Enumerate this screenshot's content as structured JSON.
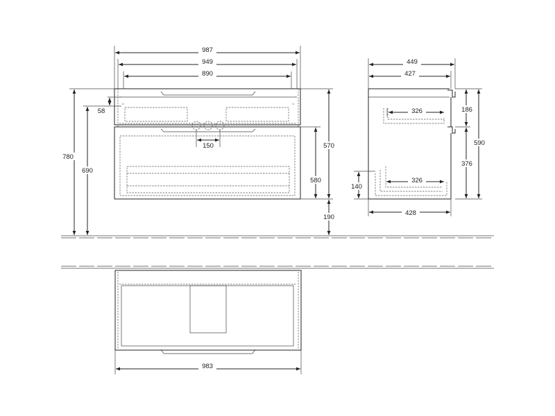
{
  "front_view": {
    "width_overall": "987",
    "width_basin": "949",
    "width_inner": "890",
    "depth_top_cutout": "58",
    "siphon_spacing": "150",
    "height_total": "780",
    "height_to_top": "690",
    "height_cabinet": "570",
    "height_front": "580",
    "height_floor_clearance": "190"
  },
  "side_view": {
    "depth_overall": "449",
    "depth_cabinet": "427",
    "drawer_top_depth": "326",
    "drawer_bottom_depth": "326",
    "depth_bottom": "428",
    "drawer_top_height": "186",
    "drawer_bottom_height": "376",
    "height_total": "590",
    "bottom_cutout_height": "140"
  },
  "top_view": {
    "width_overall": "983"
  }
}
